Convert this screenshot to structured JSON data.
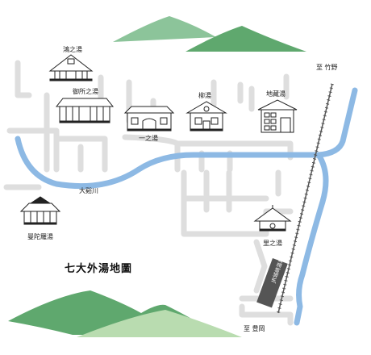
{
  "map": {
    "title": "七大外湯地圖",
    "river_label": "大谿川",
    "direction_north": "至 竹野",
    "direction_south": "至 豊岡",
    "station_label": "JR城崎温泉駅",
    "baths": [
      {
        "name": "鴻之湯",
        "icon": "temple-roof-icon"
      },
      {
        "name": "御所之湯",
        "icon": "palace-hall-icon"
      },
      {
        "name": "一之湯",
        "icon": "bathhouse-icon"
      },
      {
        "name": "柳湯",
        "icon": "gabled-bathhouse-icon"
      },
      {
        "name": "地藏湯",
        "icon": "modern-building-icon"
      },
      {
        "name": "曼陀羅湯",
        "icon": "pagoda-hall-icon"
      },
      {
        "name": "里之湯",
        "icon": "pavilion-icon"
      }
    ]
  },
  "colors": {
    "road": "#dedede",
    "river": "#8db9e4",
    "mountain_dark": "#6fb27a",
    "mountain_light": "#b9dcb0",
    "rail": "#555555"
  }
}
